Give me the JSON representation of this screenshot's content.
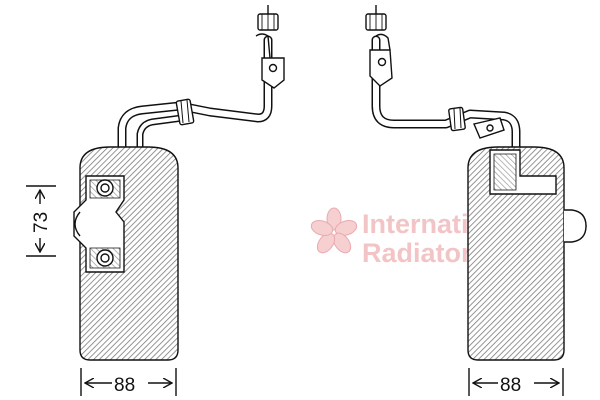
{
  "dimensions": {
    "left_height": "73",
    "left_width": "88",
    "right_width": "88"
  },
  "watermark": {
    "line1": "International",
    "line2": "Radiators",
    "color": "#f3c4c6",
    "logo_icon": "flower-logo-icon"
  },
  "colors": {
    "line": "#111111",
    "hatch": "#8a8a8a",
    "background": "#ffffff"
  }
}
